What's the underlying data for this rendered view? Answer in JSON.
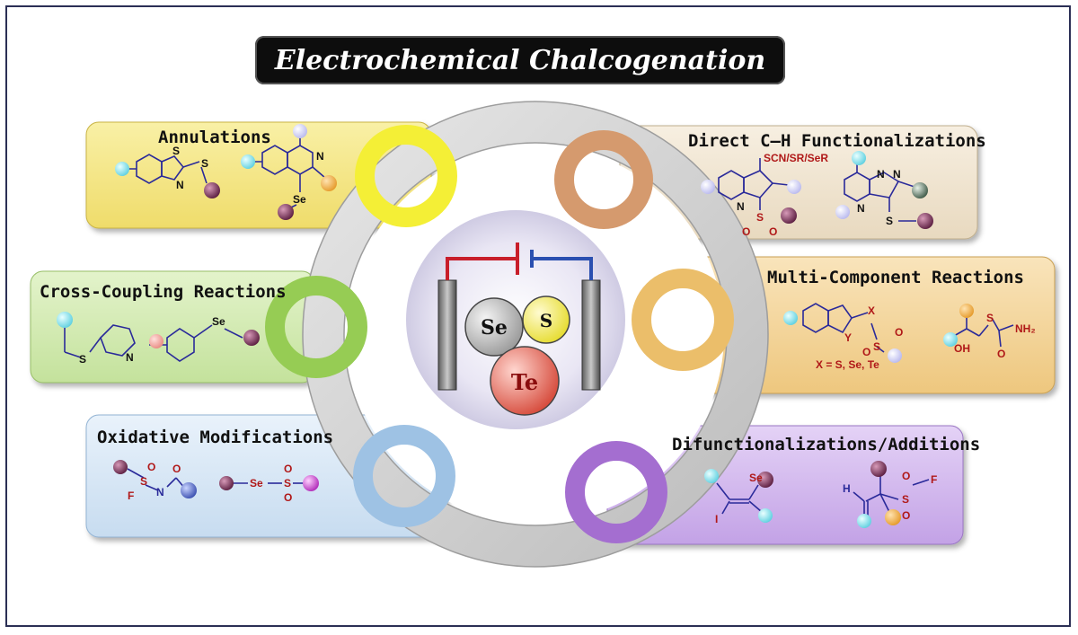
{
  "title": "Electrochemical Chalcogenation",
  "center": {
    "elements": [
      "Se",
      "S",
      "Te"
    ]
  },
  "cards": {
    "annulations": {
      "title": "Annulations",
      "labels": [
        "S",
        "N",
        "S",
        "N",
        "Se"
      ]
    },
    "direct_ch": {
      "title": "Direct C–H Functionalizations",
      "labels": [
        "SCN/SR/SeR",
        "N",
        "S",
        "O",
        "O",
        "N",
        "N",
        "N",
        "S"
      ]
    },
    "cross_coupling": {
      "title": "Cross-Coupling Reactions",
      "labels": [
        "S",
        "N",
        "Se"
      ]
    },
    "multi_component": {
      "title": "Multi-Component Reactions",
      "labels": [
        "X",
        "Y",
        "S",
        "O",
        "O",
        "X = S, Se, Te",
        "S",
        "NH₂",
        "O",
        "OH"
      ]
    },
    "oxidative": {
      "title": "Oxidative Modifications",
      "labels": [
        "S",
        "O",
        "F",
        "N",
        "O",
        "Se",
        "S",
        "O",
        "O"
      ]
    },
    "difunctionalizations": {
      "title": "Difunctionalizations/Additions",
      "labels": [
        "Se",
        "I",
        "H",
        "S",
        "O",
        "O",
        "F"
      ]
    }
  },
  "colors": {
    "yellow_card": "#f3e48a",
    "beige_card": "#efe3cc",
    "green_card": "#d6ecb4",
    "orange_card": "#f2d39a",
    "blue_card": "#d6e7f5",
    "purple_card": "#d3b9ec",
    "sphere_cyan": "#7fe3ef",
    "sphere_purple": "#7a2e5a"
  }
}
